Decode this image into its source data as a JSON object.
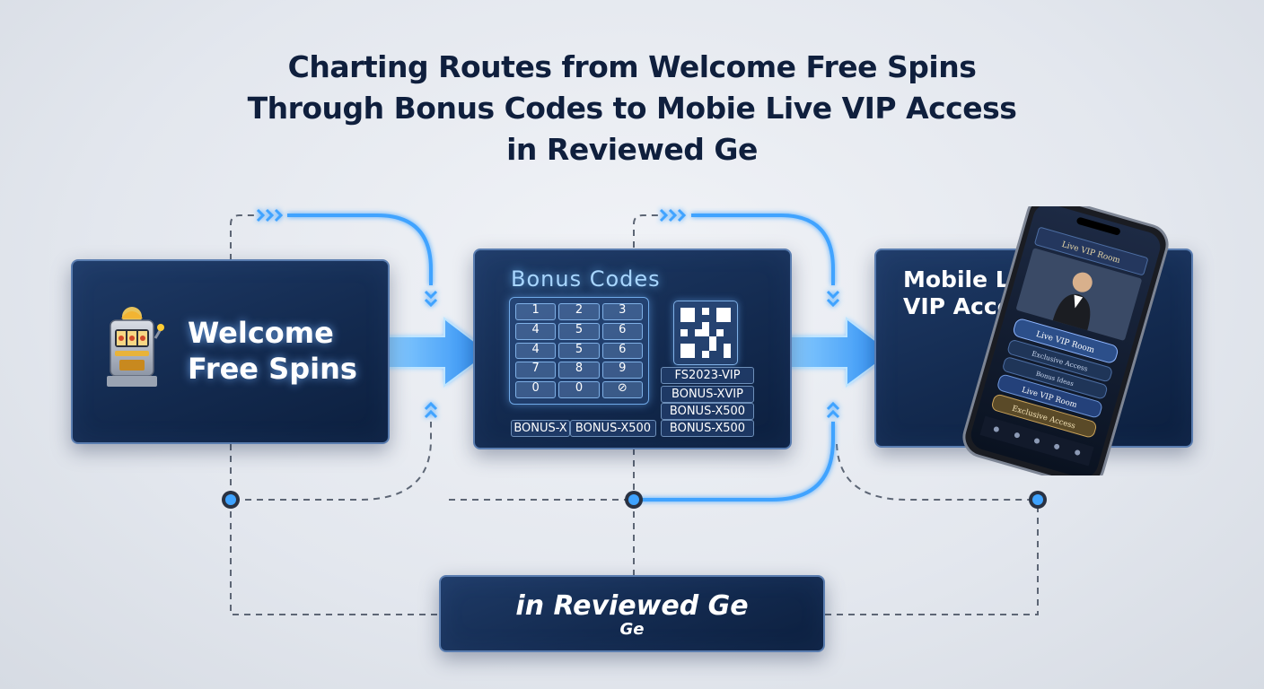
{
  "title": {
    "line1": "Charting Routes from Welcome Free Spins",
    "line2": "Through Bonus Codes to Mobie Live VIP Access",
    "line3": "in Reviewed Ge"
  },
  "welcome": {
    "line1": "Welcome",
    "line2": "Free Spins",
    "slot_icon": "slot-machine-icon"
  },
  "bonus": {
    "title": "Bonus Codes",
    "keypad": [
      "1",
      "2",
      "3",
      "4",
      "5",
      "6",
      "4",
      "5",
      "6",
      "7",
      "8",
      "9",
      "0",
      "0",
      "⊘"
    ],
    "codes_right": [
      "FS2023-VIP",
      "BONUS-XVIP",
      "BONUS-X500",
      "BONUS-X500"
    ],
    "codes_left": [
      "BONUS-X",
      "BONUS-X500"
    ]
  },
  "mobile": {
    "line1": "Mobile Live",
    "line2": "VIP Access",
    "phone": {
      "header_title": "Live VIP Room",
      "menu": [
        "Live VIP Room",
        "Exclusive Access",
        "Bonus Ideas",
        "Live VIP Room",
        "Exclusive Access"
      ]
    }
  },
  "reviewed": {
    "main": "in Reviewed Ge",
    "sub": "Ge"
  },
  "colors": {
    "card_dark": "#132a4f",
    "accent_blue": "#3fa3ff",
    "line_gray": "#5d6675",
    "title": "#0f1f3d"
  }
}
